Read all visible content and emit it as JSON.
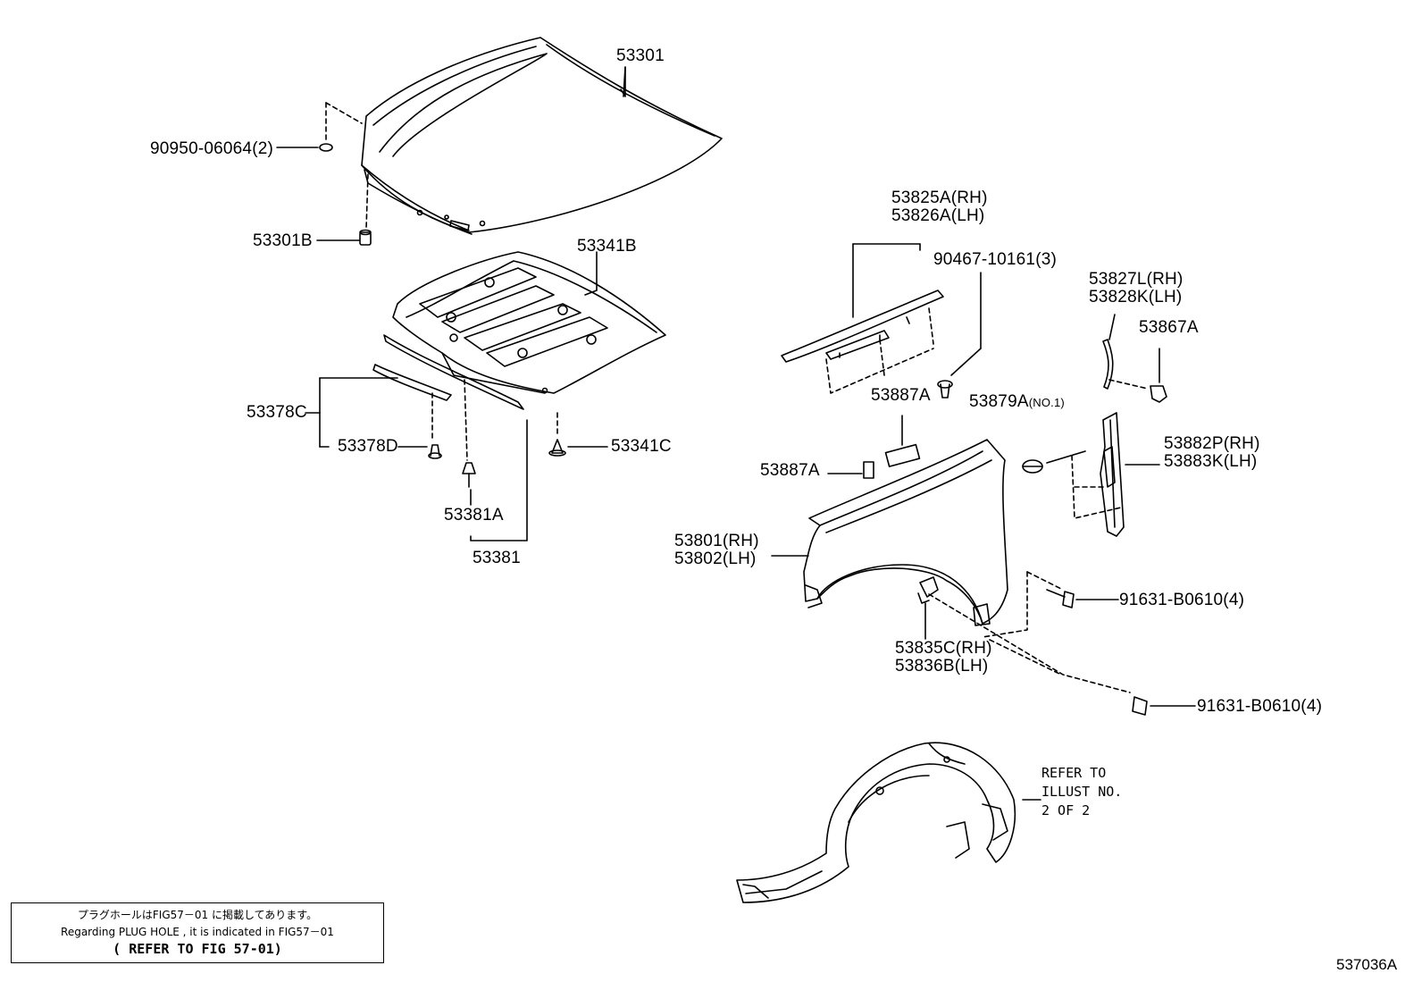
{
  "labels": {
    "p53301": "53301",
    "p90950": "90950-06064(2)",
    "p53301B": "53301B",
    "p53341B": "53341B",
    "p53378C": "53378C",
    "p53378D": "53378D",
    "p53341C": "53341C",
    "p53381A": "53381A",
    "p53381": "53381",
    "p53825A": "53825A(RH)",
    "p53826A": "53826A(LH)",
    "p90467": "90467-10161(3)",
    "p53827L": "53827L(RH)",
    "p53828K": "53828K(LH)",
    "p53867A": "53867A",
    "p53887A_top": "53887A",
    "p53879A": "53879A",
    "p53879A_note": "(NO.1)",
    "p53887A_left": "53887A",
    "p53882P": "53882P(RH)",
    "p53883K": "53883K(LH)",
    "p53801": "53801(RH)",
    "p53802": "53802(LH)",
    "p91631_a": "91631-B0610(4)",
    "p53835C": "53835C(RH)",
    "p53836B": "53836B(LH)",
    "p91631_b": "91631-B0610(4)"
  },
  "refer": {
    "line1": "REFER TO",
    "line2": "ILLUST NO.",
    "line3": "2 OF 2"
  },
  "note": {
    "jp": "プラグホールはFIG57－01 に掲載してあります。",
    "en": "Regarding PLUG HOLE , it is indicated in FIG57－01",
    "ref": "( REFER TO FIG 57-01)"
  },
  "figure_id": "537036A"
}
